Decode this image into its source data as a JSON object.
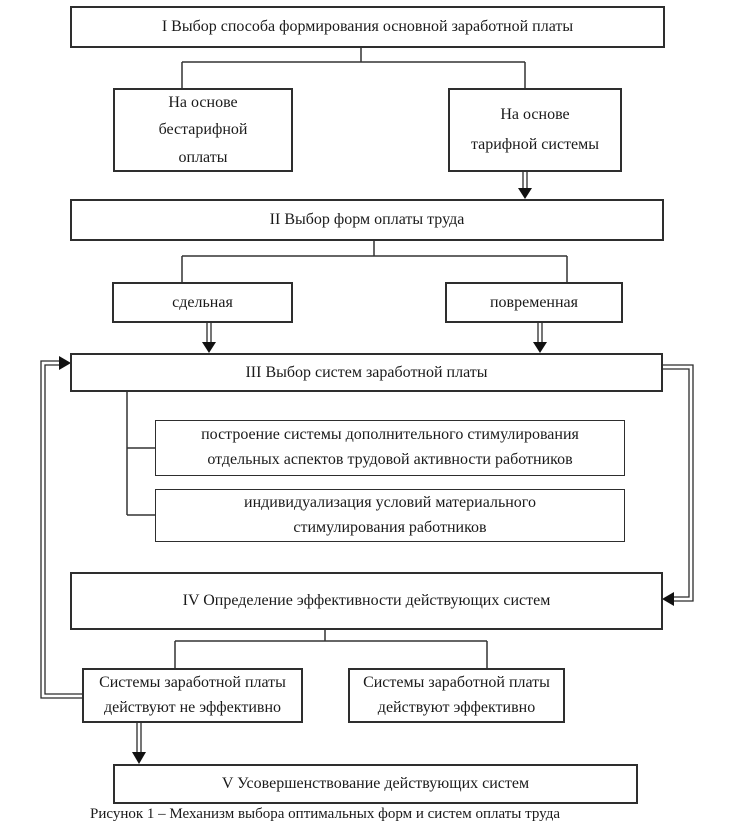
{
  "diagram": {
    "nodes": {
      "step1": "I Выбор способа формирования основной заработной платы",
      "tariff_free": "На основе\nбестарифной\nоплаты",
      "tariff_based": "На основе\nтарифной системы",
      "step2": "II Выбор форм оплаты труда",
      "piecework": "сдельная",
      "time_based": "повременная",
      "step3": "III Выбор систем заработной платы",
      "supplementary_stimulation": "построение системы дополнительного стимулирования\nотдельных аспектов трудовой активности работников",
      "individualization": "индивидуализация условий материального\nстимулирования работников",
      "step4": "IV Определение эффективности действующих систем",
      "systems_ineffective": "Системы заработной платы\nдействуют не эффективно",
      "systems_effective": "Системы заработной платы\nдействуют эффективно",
      "step5": "V Усовершенствование действующих систем"
    },
    "caption": "Рисунок 1 – Механизм выбора оптимальных форм и систем оплаты труда",
    "colors": {
      "line": "#333333",
      "text": "#1a1a1a",
      "background": "#ffffff"
    }
  }
}
